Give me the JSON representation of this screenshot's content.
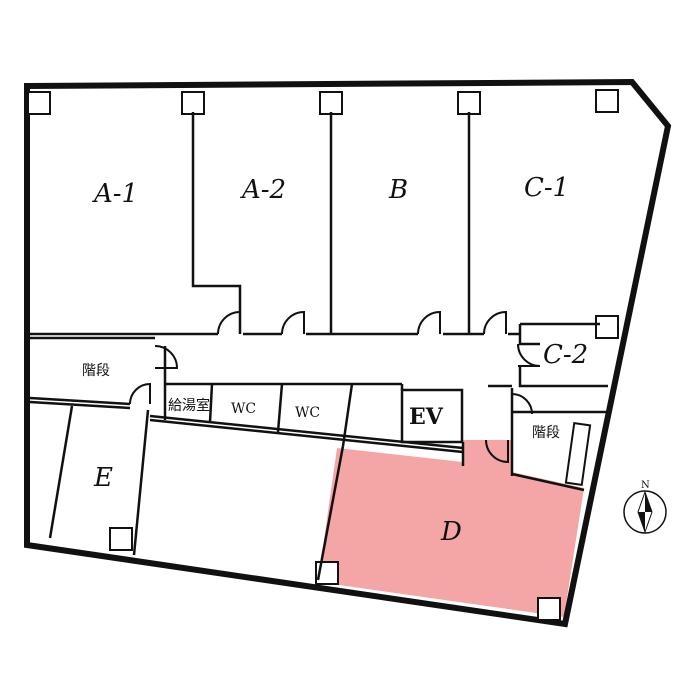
{
  "floorplan": {
    "highlight_color": "#f4a6a6",
    "line_color": "#111111",
    "rooms": {
      "a1": "A-1",
      "a2": "A-2",
      "b": "B",
      "c1": "C-1",
      "c2": "C-2",
      "d": "D",
      "e": "E"
    },
    "facilities": {
      "stairs_left": "階段",
      "stairs_right": "階段",
      "kitchenette": "給湯室",
      "wc_1": "WC",
      "wc_2": "WC",
      "elevator": "EV"
    },
    "compass": {
      "north": "N"
    },
    "highlighted_room": "D"
  }
}
